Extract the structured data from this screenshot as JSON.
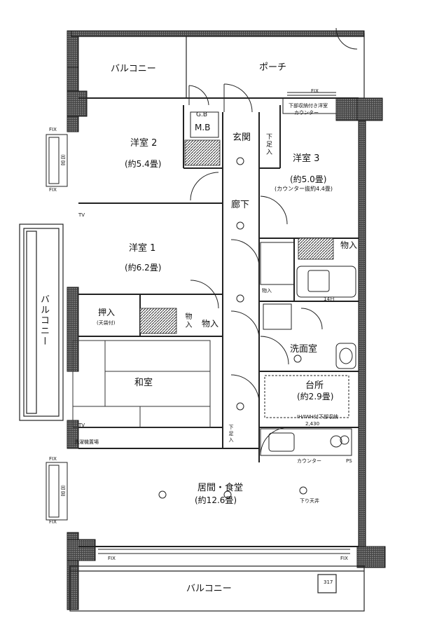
{
  "rooms": {
    "balcony_top_left": "バルコニー",
    "porch": "ポーチ",
    "western2_name": "洋室 2",
    "western2_size": "(約5.4畳)",
    "mb": "M.B",
    "gb": "G.B",
    "entrance": "玄関",
    "shoe_box": "下足入",
    "western3_name": "洋室 3",
    "western3_size": "(約5.0畳)",
    "western3_note": "(カウンター抜約4.4畳)",
    "counter_note_top": "下部収納付き洋室",
    "counter_top": "カウンター",
    "corridor": "廊下",
    "western1_name": "洋室 1",
    "western1_size": "(約6.2畳)",
    "storage_right": "物入",
    "balcony_left": "バルコニー",
    "oshiire": "押入",
    "oshiire_note": "(天袋付)",
    "storage_mid_1": "物入",
    "storage_mid_2": "物入",
    "storage_small": "物入",
    "washroom": "洗面室",
    "washroom_label_small": "14日",
    "japanese_room": "和室",
    "kitchen_name": "台所",
    "kitchen_size": "(約2.9畳)",
    "kitchen_note": "IH/IWH付下部収納",
    "kitchen_dim": "2,430",
    "counter_kitchen": "カウンター",
    "ps": "PS",
    "living_name": "居間・食堂",
    "living_size": "(約12.6畳)",
    "ceiling_note": "下り天井",
    "balcony_bottom": "バルコニー",
    "shoe_note_bottom": "下足入",
    "fix_1": "FIX",
    "fix_2": "FIX",
    "fix_3": "FIX",
    "fix_4": "FIX",
    "fix_5": "FIX",
    "fix_6": "FIX",
    "fix_7": "FIX",
    "window_out_1": "出窓",
    "window_out_2": "出窓",
    "box_317": "317",
    "tv_1": "TV",
    "tv_2": "TV",
    "wb_label": "洗濯機置場"
  },
  "colors": {
    "wall": "#2a2a2a",
    "line": "#222222",
    "hatch": "#555555"
  }
}
